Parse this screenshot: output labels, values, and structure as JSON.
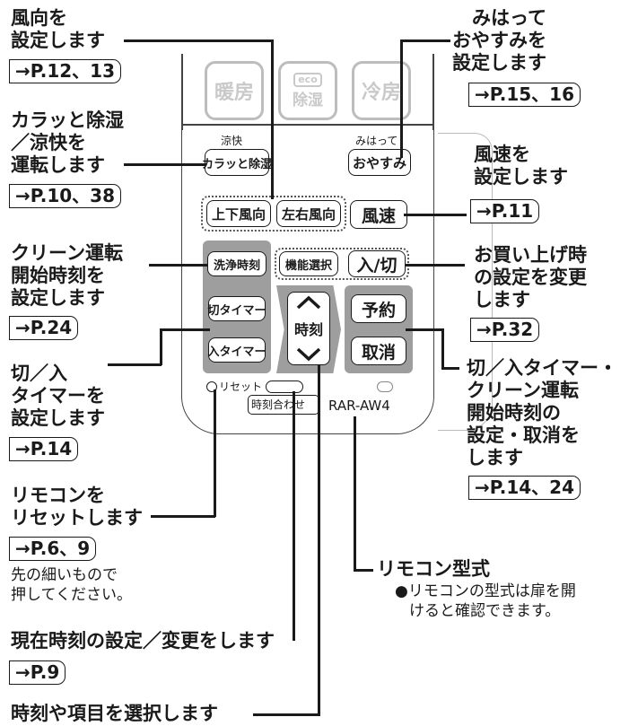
{
  "remote": {
    "top_buttons": [
      "暖房",
      "除湿",
      "冷房"
    ],
    "eco_badge": "eco",
    "cool_label": "涼快",
    "mihatte_label": "みはって",
    "karatto_button": "カラッと除湿",
    "oyasumi_button": "おやすみ",
    "joge_button": "上下風向",
    "sayu_button": "左右風向",
    "fusoku_button": "風速",
    "senjo_button": "洗浄時刻",
    "kino_button": "機能選択",
    "irikiri_button": "入/切",
    "kiri_timer_button": "切タイマー",
    "iri_timer_button": "入タイマー",
    "jikoku_label": "時刻",
    "yoyaku_button": "予約",
    "torikeshi_button": "取消",
    "reset_label": "リセット",
    "jikoku_awase_label": "時刻合わせ",
    "model": "RAR-AW4"
  },
  "callouts": {
    "wind_direction": {
      "line1": "風向を",
      "line2": "設定します",
      "ref": "→P.12、13"
    },
    "karatto": {
      "line1": "カラッと除湿",
      "line2": "／涼快を",
      "line3": "運転します",
      "ref": "→P.10、38"
    },
    "clean_start": {
      "line1": "クリーン運転",
      "line2": "開始時刻を",
      "line3": "設定します",
      "ref": "→P.24"
    },
    "timer": {
      "line1": "切／入",
      "line2": "タイマーを",
      "line3": "設定します",
      "ref": "→P.14"
    },
    "reset": {
      "line1": "リモコンを",
      "line2": "リセットします",
      "ref": "→P.6、9",
      "note1": "先の細いもので",
      "note2": "押してください。"
    },
    "clock": {
      "text": "現在時刻の設定／変更をします",
      "ref": "→P.9"
    },
    "select": {
      "text": "時刻や項目を選択します"
    },
    "mihatte": {
      "line1": "みはって",
      "line2": "おやすみを",
      "line3": "設定します",
      "ref": "→P.15、16"
    },
    "fan_speed": {
      "line1": "風速を",
      "line2": "設定します",
      "ref": "→P.11"
    },
    "purchase": {
      "line1": "お買い上げ時",
      "line2": "の設定を変更",
      "line3": "します",
      "ref": "→P.32"
    },
    "timer_cancel": {
      "line1": "切／入タイマー・",
      "line2": "クリーン運転",
      "line3": "開始時刻の",
      "line4": "設定・取消を",
      "line5": "します",
      "ref": "→P.14、24"
    },
    "model": {
      "title": "リモコン型式",
      "note1": "リモコンの型式は扉を開",
      "note2": "けると確認できます。"
    }
  }
}
